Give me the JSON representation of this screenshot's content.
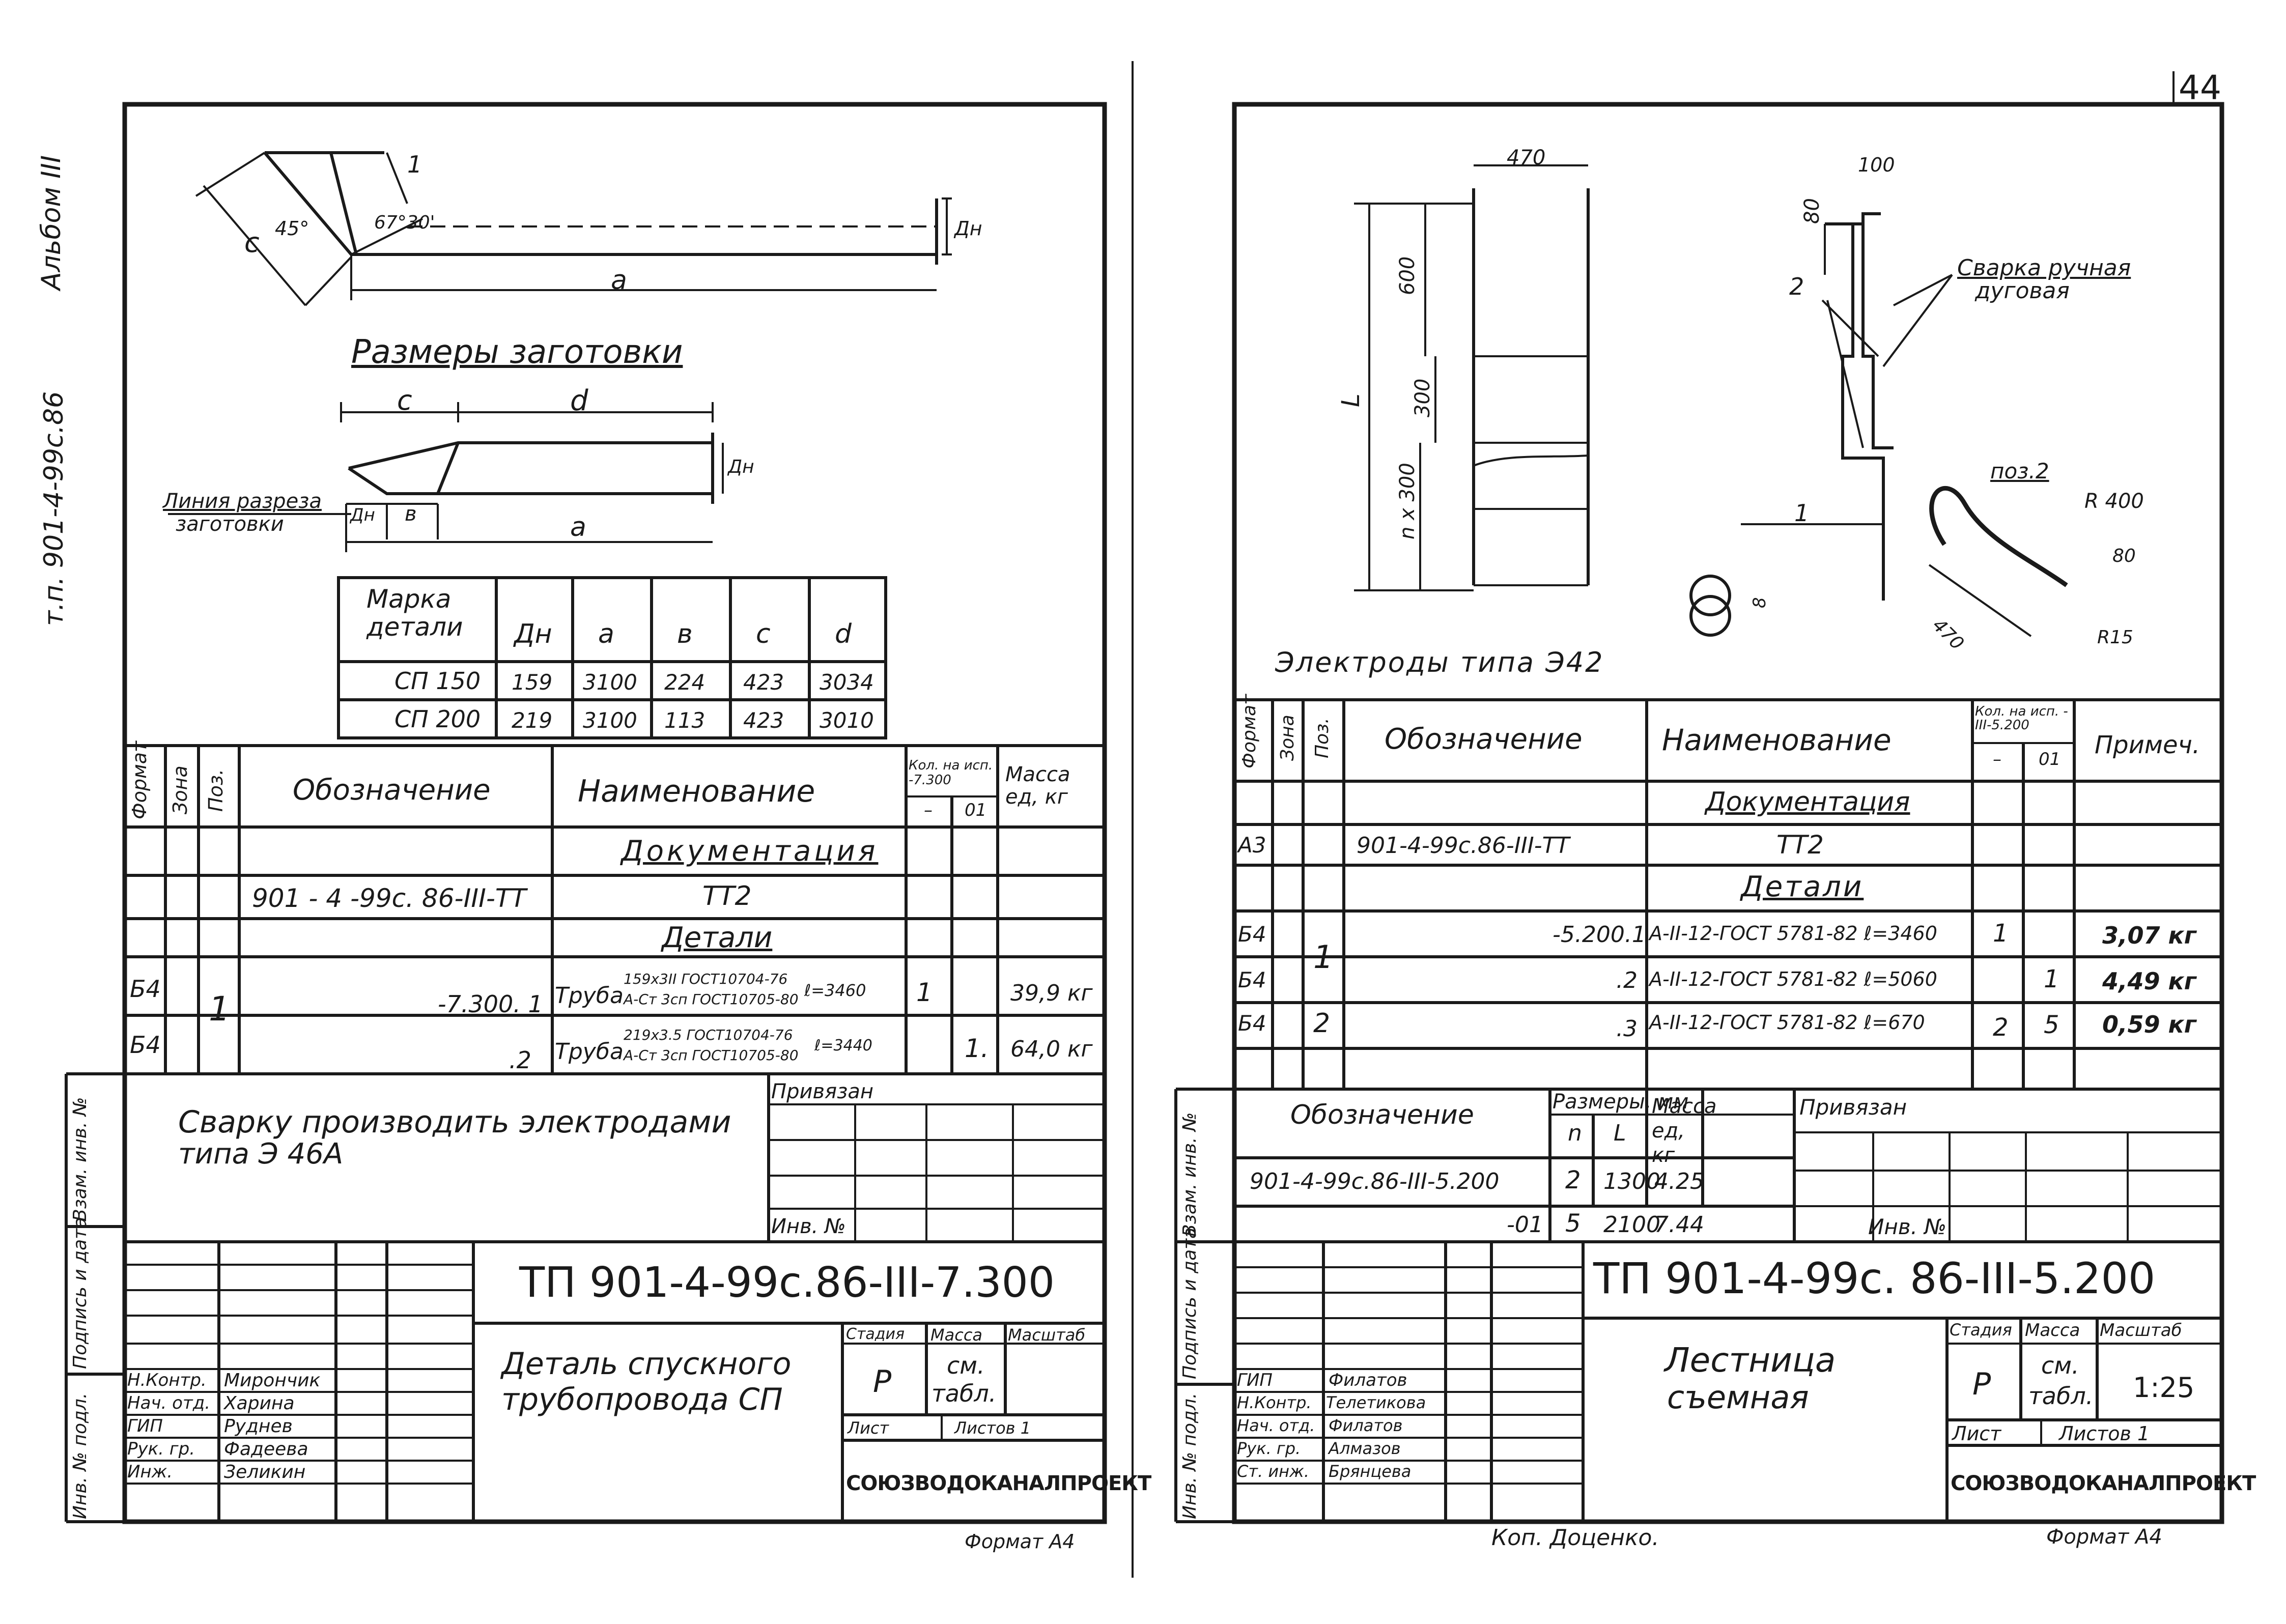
{
  "left": {
    "side_album": "Альбом III",
    "side_code": "т.п. 901-4-99с.86",
    "sketch_labels": {
      "c": "c",
      "deg45": "45°",
      "deg67": "67°30'",
      "pos1": "1",
      "dn": "Дн",
      "a": "a"
    },
    "blank_title": "Размеры заготовки",
    "blank_labels": {
      "c": "c",
      "d": "d",
      "dn": "Дн",
      "dn2": "Дн",
      "v": "в",
      "a": "a"
    },
    "cut_line": "Линия разреза",
    "cut_line2": "заготовки",
    "dim_table": {
      "headers": [
        "Марка детали",
        "Дн",
        "a",
        "в",
        "c",
        "d"
      ],
      "rows": [
        [
          "СП 150",
          "159",
          "3100",
          "224",
          "423",
          "3034"
        ],
        [
          "СП 200",
          "219",
          "3100",
          "113",
          "423",
          "3010"
        ]
      ]
    },
    "spec": {
      "h_format": "Формат",
      "h_zone": "Зона",
      "h_pos": "Поз.",
      "h_designation": "Обозначение",
      "h_name": "Наименование",
      "h_qty": "Кол. на исп. -7.300",
      "h_qty_a": "–",
      "h_qty_b": "01",
      "h_mass": "Масса ед, кг",
      "sec_doc": "Документация",
      "doc_code": "901 - 4 -99с. 86-III-ТТ",
      "doc_name": "ТТ2",
      "sec_parts": "Детали",
      "r1_fmt": "Б4",
      "r1_pos": "1",
      "r1_des": "-7.300. 1",
      "r1_name_a": "Труба",
      "r1_name_b": "159х3II ГОСТ10704-76",
      "r1_name_c": "A-Ст 3сп ГОСТ10705-80",
      "r1_name_d": "ℓ=3460",
      "r1_qty": "1",
      "r1_mass": "39,9 кг",
      "r2_fmt": "Б4",
      "r2_des": ".2",
      "r2_name_a": "Труба",
      "r2_name_b": "219х3.5 ГОСТ10704-76",
      "r2_name_c": "A-Ст 3сп ГОСТ10705-80",
      "r2_name_d": "ℓ=3440",
      "r2_qty": "1.",
      "r2_mass": "64,0 кг"
    },
    "note1": "Сварку производить электродами",
    "note2": "типа Э 46А",
    "privyazan": "Привязан",
    "inv_no": "Инв. №",
    "stamp_side": [
      "Инв. № подл.",
      "Подпись и дата",
      "Взам. инв. №"
    ],
    "drawing_no": "ТП 901-4-99с.86-III-7.300",
    "drawing_title1": "Деталь спускного",
    "drawing_title2": "трубопровода СП",
    "stadiya": "Стадия",
    "massa": "Масса",
    "masshtab": "Масштаб",
    "stage_val": "Р",
    "mass_val1": "см.",
    "mass_val2": "табл.",
    "list": "Лист",
    "listov": "Листов 1",
    "org": "СОЮЗВОДОКАНАЛПРОЕКТ",
    "people": [
      {
        "role": "Н.Контр.",
        "name": "Мирончик"
      },
      {
        "role": "Нач. отд.",
        "name": "Харина"
      },
      {
        "role": "ГИП",
        "name": "Руднев"
      },
      {
        "role": "Рук. гр.",
        "name": "Фадеева"
      },
      {
        "role": "Инж.",
        "name": "Зеликин"
      }
    ],
    "format": "Формат А4"
  },
  "right": {
    "page_num": "44",
    "dims": {
      "d470": "470",
      "d600": "600",
      "d300": "300",
      "L": "L",
      "nx300": "n x 300",
      "d100": "100",
      "d80": "80",
      "d8": "8",
      "d470b": "470",
      "d80b": "80",
      "R15": "R15",
      "R400": "R 400"
    },
    "weld1": "Сварка ручная",
    "weld2": "дуговая",
    "pos1": "1",
    "pos2": "2",
    "poz2": "поз.2",
    "electrodes": "Электроды типа Э42",
    "spec": {
      "h_format": "Формат",
      "h_zone": "Зона",
      "h_pos": "Поз.",
      "h_designation": "Обозначение",
      "h_name": "Наименование",
      "h_qty": "Кол. на исп. -III-5.200",
      "h_qty_a": "–",
      "h_qty_b": "01",
      "h_note": "Примеч.",
      "sec_doc": "Документация",
      "doc_fmt": "А3",
      "doc_code": "901-4-99с.86-III-ТТ",
      "doc_name": "ТТ2",
      "sec_parts": "Детали",
      "rows": [
        {
          "fmt": "Б4",
          "pos": "",
          "des": "-5.200.1",
          "name": "А-II-12-ГОСТ 5781-82 ℓ=3460",
          "qa": "1",
          "qb": "",
          "note": "3,07 кг"
        },
        {
          "fmt": "Б4",
          "pos": "1",
          "des": ".2",
          "name": "А-II-12-ГОСТ 5781-82 ℓ=5060",
          "qa": "",
          "qb": "1",
          "note": "4,49 кг"
        },
        {
          "fmt": "Б4",
          "pos": "2",
          "des": ".3",
          "name": "А-II-12-ГОСТ 5781-82 ℓ=670",
          "qa": "2",
          "qb": "5",
          "note": "0,59 кг"
        }
      ]
    },
    "var_table": {
      "h_des": "Обозначение",
      "h_sizes": "Размеры, мм",
      "h_n": "n",
      "h_L": "L",
      "h_mass": "Масса ед, кг",
      "rows": [
        {
          "des": "901-4-99с.86-III-5.200",
          "n": "2",
          "L": "1300",
          "m": "4.25"
        },
        {
          "des": "-01",
          "n": "5",
          "L": "2100",
          "m": "7.44"
        }
      ]
    },
    "privyazan": "Привязан",
    "inv_no": "Инв. №",
    "stamp_side": [
      "Инв. № подл.",
      "Подпись и дата",
      "Взам. инв. №"
    ],
    "drawing_no": "ТП 901-4-99с. 86-III-5.200",
    "drawing_title1": "Лестница",
    "drawing_title2": "съемная",
    "stadiya": "Стадия",
    "massa": "Масса",
    "masshtab": "Масштаб",
    "stage_val": "Р",
    "mass_val1": "см.",
    "mass_val2": "табл.",
    "scale_val": "1:25",
    "list": "Лист",
    "listov": "Листов 1",
    "org": "СОЮЗВОДОКАНАЛПРОЕКТ",
    "people": [
      {
        "role": "ГИП",
        "name": "Филатов"
      },
      {
        "role": "Н.Контр.",
        "name": "Телетикова"
      },
      {
        "role": "Нач. отд.",
        "name": "Филатов"
      },
      {
        "role": "Рук. гр.",
        "name": "Алмазов"
      },
      {
        "role": "Ст. инж.",
        "name": "Брянцева"
      }
    ],
    "copy": "Коп. Доценко.",
    "format": "Формат А4"
  }
}
